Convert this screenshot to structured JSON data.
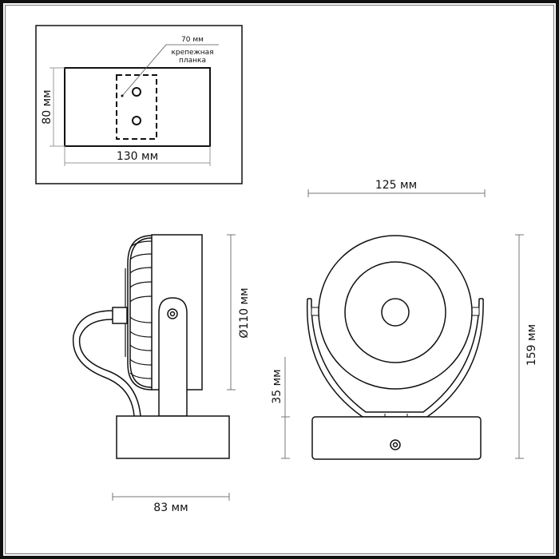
{
  "inset": {
    "width_label": "130 мм",
    "height_label": "80 мм",
    "bracket_label": "70 мм",
    "bracket_caption_line1": "крепежная",
    "bracket_caption_line2": "планка"
  },
  "side_view": {
    "diameter_label": "Ø110 мм",
    "depth_label": "83 мм"
  },
  "front_view": {
    "width_label": "125 мм",
    "height_label": "159 мм",
    "base_height_label": "35 мм"
  },
  "colors": {
    "line": "#111111",
    "dimension_line": "#777777",
    "background": "#ffffff"
  }
}
